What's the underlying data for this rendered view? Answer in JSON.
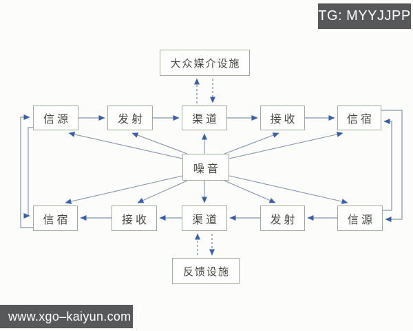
{
  "badge": {
    "text": "TG: MYYJJPP"
  },
  "watermark": {
    "text": "www.xgo–kaiyun.com"
  },
  "nodes": {
    "mass_media": "大众媒介设施",
    "noise": "噪音",
    "feedback": "反馈设施",
    "top_row": [
      "信源",
      "发射",
      "渠道",
      "接收",
      "信宿"
    ],
    "bottom_row": [
      "信宿",
      "接收",
      "渠道",
      "发射",
      "信源"
    ]
  },
  "edges": [
    "top: 信源→发射→渠道→接收→信宿 (solid arrows, left to right)",
    "bottom: 信源→发射→渠道→接收→信宿 (solid arrows, right to left)",
    "渠道(top)→大众媒介设施 (dashed, arrow up)",
    "大众媒介设施→渠道(top) (dashed, arrow down)",
    "渠道(bottom)→反馈设施 (dashed, arrow down)",
    "反馈设施→渠道(bottom) (dashed, arrow up)",
    "噪音→every box (10 radiating arrows)",
    "信宿(bottom-left)⇄信源(top-left) via left edge loop",
    "信宿(top-right)⇄信源(bottom-right) via right edge loop"
  ],
  "colors": {
    "arrowhead": "#3a5fa8",
    "line": "#8494ad",
    "dashed_line": "#6d83ab",
    "box_border": "#9fae97",
    "box_text": "#44473f",
    "badge_bg": "#57585a",
    "badge_text": "#ffffff",
    "background": "#fcfcfb"
  }
}
